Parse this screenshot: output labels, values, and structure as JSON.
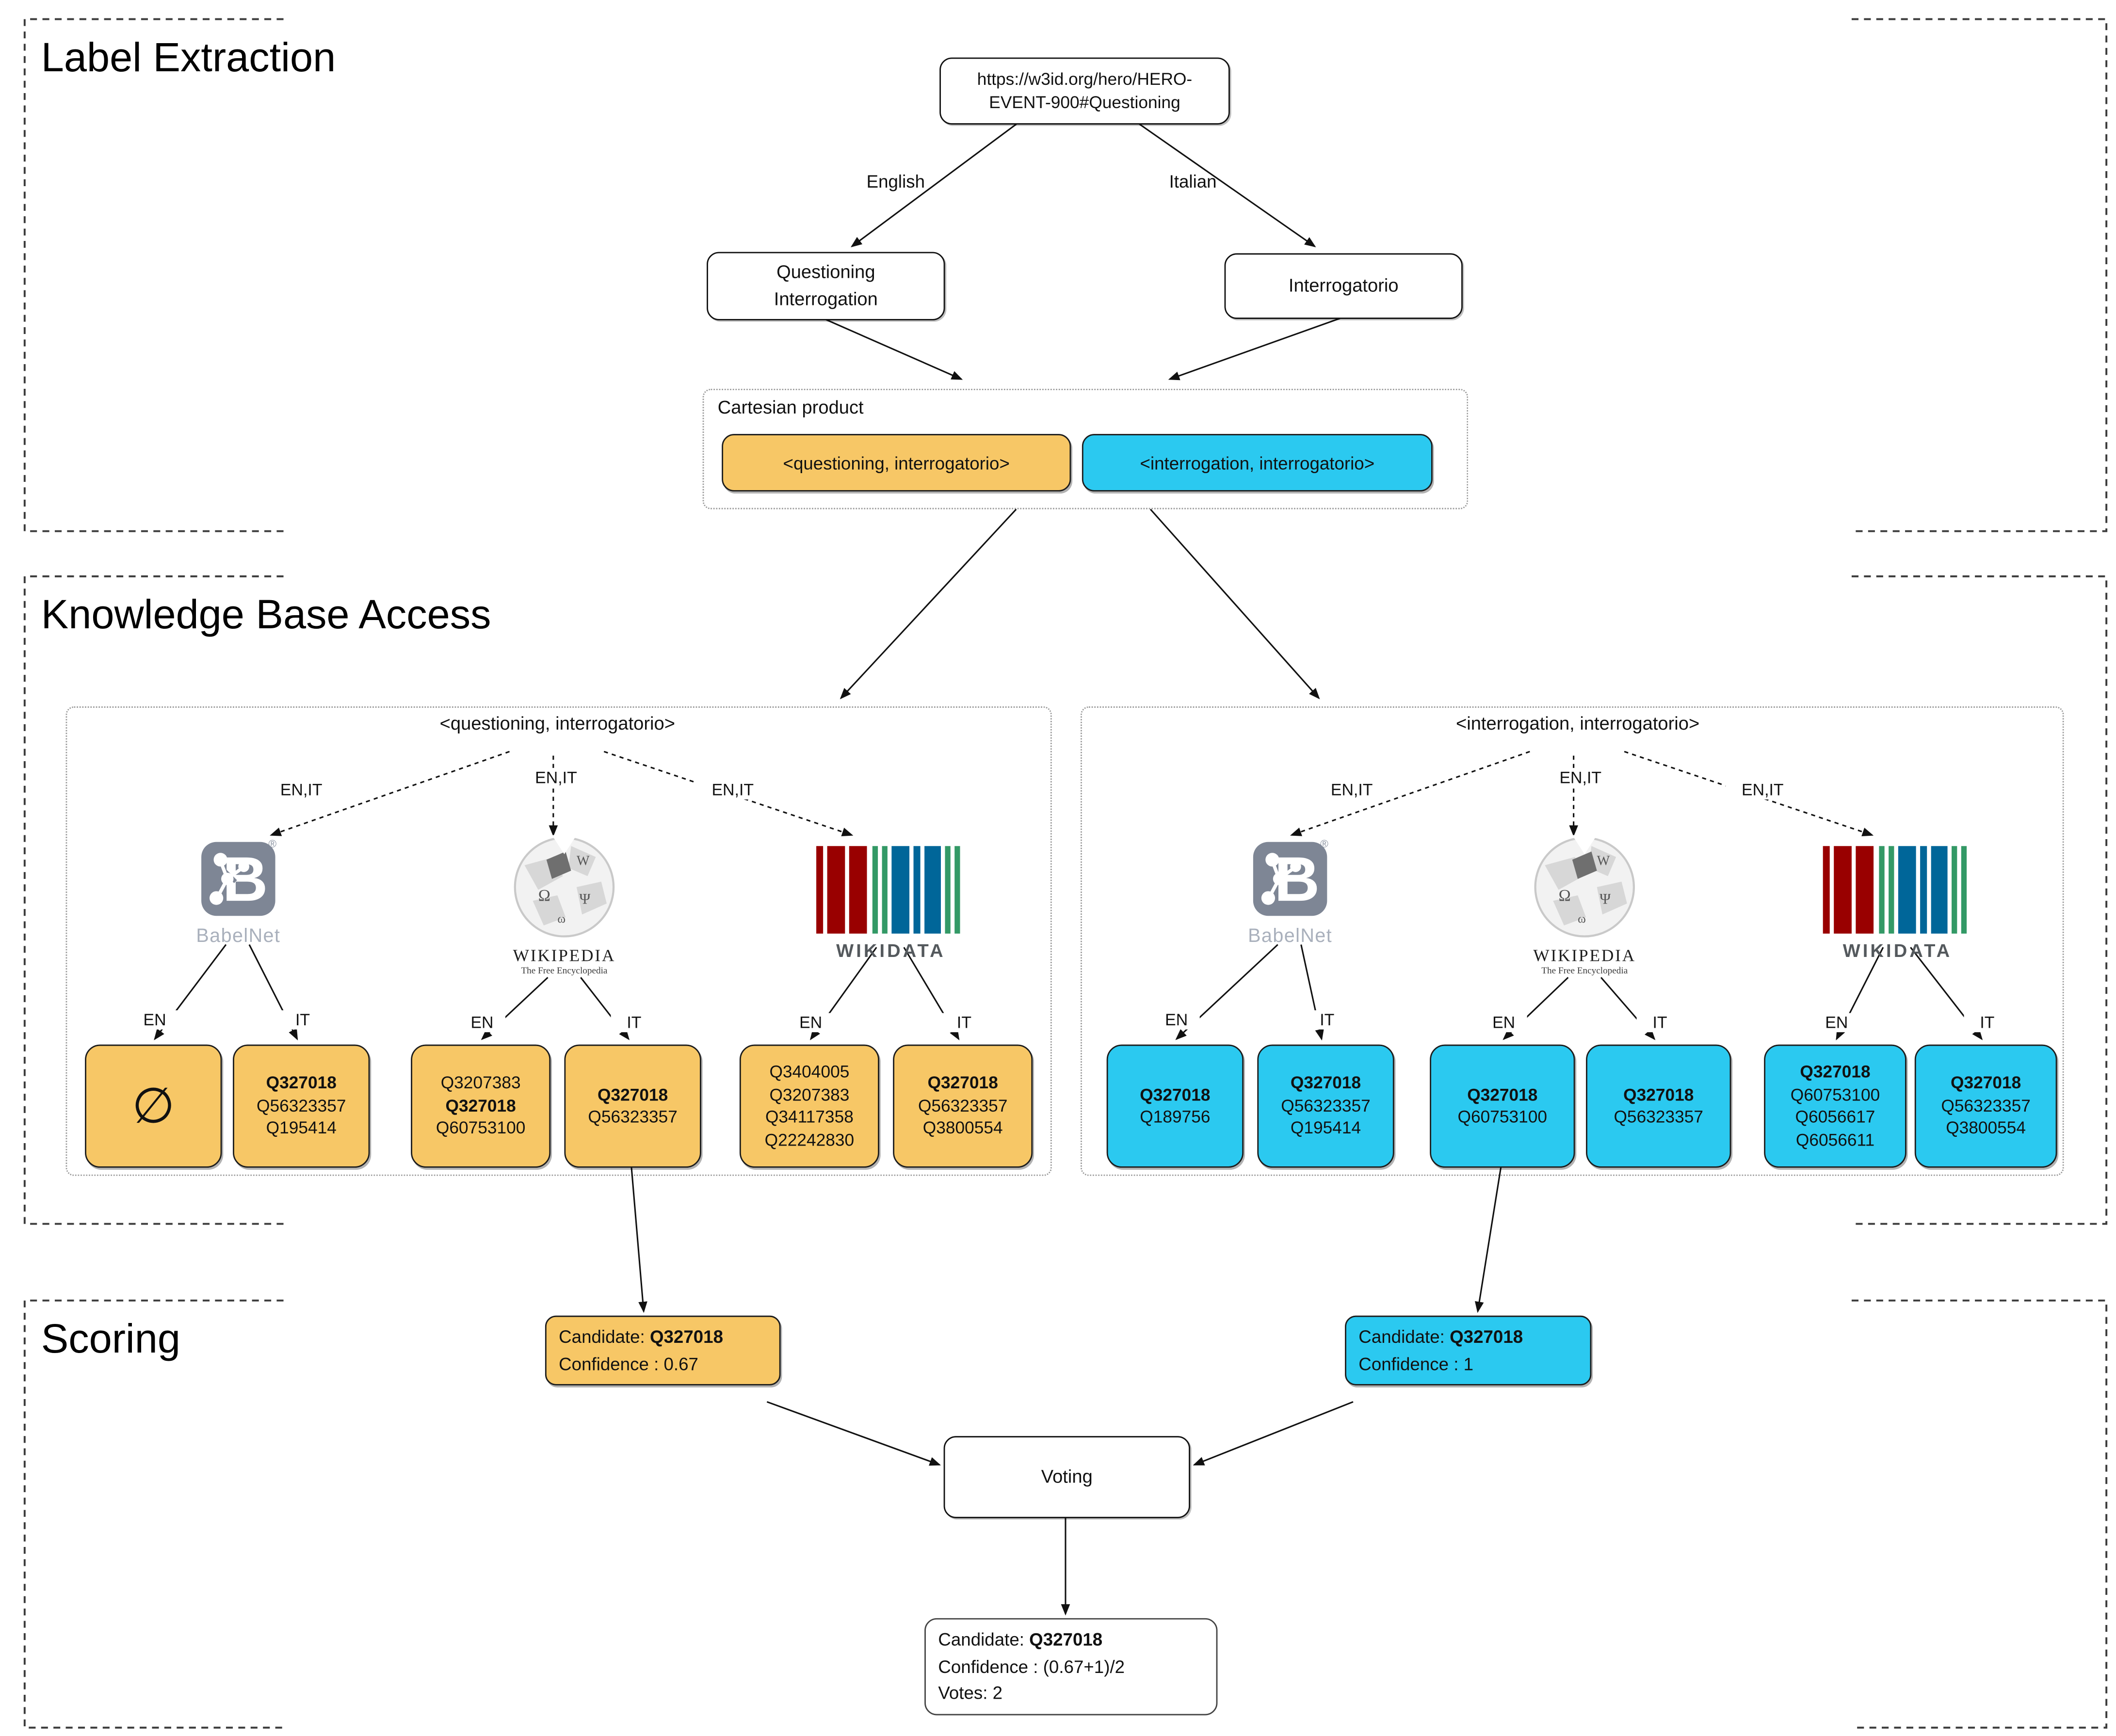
{
  "sections": [
    {
      "title": "Label Extraction"
    },
    {
      "title": "Knowledge Base Access"
    },
    {
      "title": "Scoring"
    }
  ],
  "label_extraction": {
    "uri_line1": "https://w3id.org/hero/HERO-",
    "uri_line2": "EVENT-900#Questioning",
    "edge_english": "English",
    "edge_italian": "Italian",
    "english_box_line1": "Questioning",
    "english_box_line2": "Interrogation",
    "italian_box": "Interrogatorio",
    "cartesian_label": "Cartesian product",
    "pair_en": "<questioning, interrogatorio>",
    "pair_it": "<interrogation, interrogatorio>"
  },
  "kb": {
    "enit": "EN,IT",
    "en": "EN",
    "it": "IT",
    "left": {
      "header": "<questioning, interrogatorio>",
      "boxes": [
        {
          "lines": [
            {
              "t": "∅",
              "b": false
            }
          ]
        },
        {
          "lines": [
            {
              "t": "Q327018",
              "b": true
            },
            {
              "t": "Q56323357",
              "b": false
            },
            {
              "t": "Q195414",
              "b": false
            }
          ]
        },
        {
          "lines": [
            {
              "t": "Q3207383",
              "b": false
            },
            {
              "t": "Q327018",
              "b": true
            },
            {
              "t": "Q60753100",
              "b": false
            }
          ]
        },
        {
          "lines": [
            {
              "t": "Q327018",
              "b": true
            },
            {
              "t": "Q56323357",
              "b": false
            }
          ]
        },
        {
          "lines": [
            {
              "t": "Q3404005",
              "b": false
            },
            {
              "t": "Q3207383",
              "b": false
            },
            {
              "t": "Q34117358",
              "b": false
            },
            {
              "t": "Q22242830",
              "b": false
            }
          ]
        },
        {
          "lines": [
            {
              "t": "Q327018",
              "b": true
            },
            {
              "t": "Q56323357",
              "b": false
            },
            {
              "t": "Q3800554",
              "b": false
            }
          ]
        }
      ]
    },
    "right": {
      "header": "<interrogation, interrogatorio>",
      "boxes": [
        {
          "lines": [
            {
              "t": "Q327018",
              "b": true
            },
            {
              "t": "Q189756",
              "b": false
            }
          ]
        },
        {
          "lines": [
            {
              "t": "Q327018",
              "b": true
            },
            {
              "t": "Q56323357",
              "b": false
            },
            {
              "t": "Q195414",
              "b": false
            }
          ]
        },
        {
          "lines": [
            {
              "t": "Q327018",
              "b": true
            },
            {
              "t": "Q60753100",
              "b": false
            }
          ]
        },
        {
          "lines": [
            {
              "t": "Q327018",
              "b": true
            },
            {
              "t": "Q56323357",
              "b": false
            }
          ]
        },
        {
          "lines": [
            {
              "t": "Q327018",
              "b": true
            },
            {
              "t": "Q60753100",
              "b": false
            },
            {
              "t": "Q6056617",
              "b": false
            },
            {
              "t": "Q6056611",
              "b": false
            }
          ]
        },
        {
          "lines": [
            {
              "t": "Q327018",
              "b": true
            },
            {
              "t": "Q56323357",
              "b": false
            },
            {
              "t": "Q3800554",
              "b": false
            }
          ]
        }
      ]
    }
  },
  "logos": {
    "babelnet": "BabelNet",
    "registered": "®",
    "wikipedia": "WIKIPEDIA",
    "wikipedia_sub": "The Free Encyclopedia",
    "wikidata": "WIKIDATA"
  },
  "scoring": {
    "candidate_prefix": "Candidate: ",
    "candidate_id": "Q327018",
    "left_confidence": "Confidence : 0.67",
    "right_confidence": "Confidence : 1",
    "voting": "Voting",
    "final_confidence": "Confidence : (0.67+1)/2",
    "final_votes": "Votes: 2"
  },
  "colors": {
    "pair_orange": "#F7C766",
    "pair_cyan": "#2BC9F0",
    "babelnet_gray": "#7e8695",
    "wikidata_red": "#990000",
    "wikidata_green": "#339966",
    "wikidata_blue": "#006699"
  }
}
